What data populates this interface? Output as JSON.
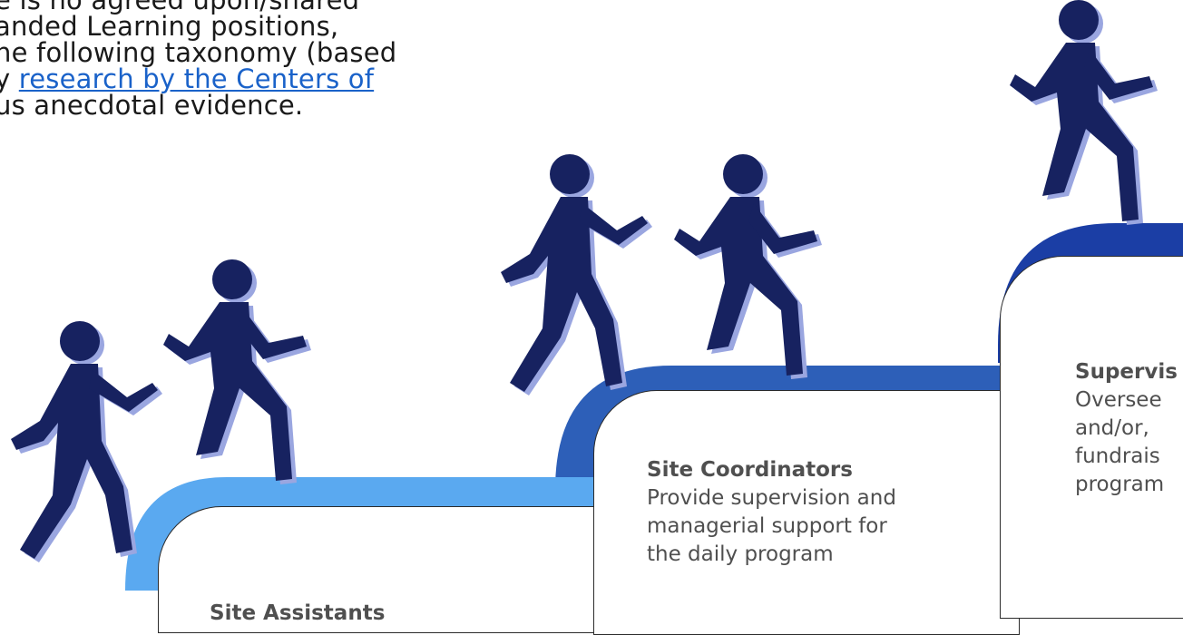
{
  "intro": {
    "line1": "e is no agreed upon/shared",
    "line2": "anded Learning positions,",
    "line3": "he following taxonomy (based",
    "line4_prefix": "y ",
    "line4_link": "research by the Centers of",
    "line5": "us anecdotal evidence."
  },
  "tiers": [
    {
      "title": "Site Assistants",
      "desc": ""
    },
    {
      "title": "Site Coordinators",
      "desc_lines": [
        "Provide supervision and",
        "managerial support for",
        "the daily program"
      ]
    },
    {
      "title": "Supervis",
      "desc_lines": [
        "Oversee",
        "and/or,",
        "fundrais",
        "program"
      ]
    }
  ],
  "colors": {
    "step_light": "#5aa9f0",
    "step_mid": "#2d5fb8",
    "step_dark": "#1b3ea5",
    "runner": "#172260",
    "runner_shadow": "#9aa6e0",
    "link": "#1a62c9"
  }
}
